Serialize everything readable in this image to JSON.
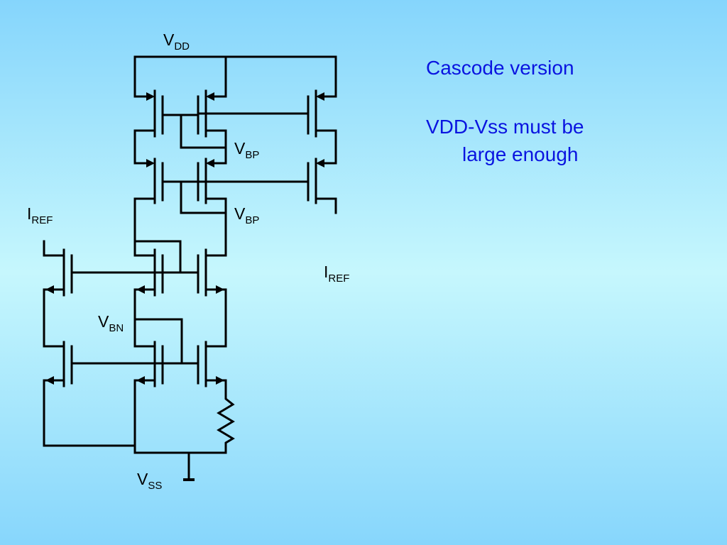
{
  "colors": {
    "background_top": "#85d5fc",
    "background_mid": "#c6f7fd",
    "wire": "#000000",
    "note_text": "#0a14e0"
  },
  "labels": {
    "vdd": {
      "main": "V",
      "sub": "DD"
    },
    "vbp_upper": {
      "main": "V",
      "sub": "BP"
    },
    "vbp_lower": {
      "main": "V",
      "sub": "BP"
    },
    "iref_left": {
      "main": "I",
      "sub": "REF"
    },
    "iref_right": {
      "main": "I",
      "sub": "REF"
    },
    "vbn": {
      "main": "V",
      "sub": "BN"
    },
    "vss": {
      "main": "V",
      "sub": "SS"
    }
  },
  "notes": {
    "title": "Cascode version",
    "line1": "VDD-Vss must be",
    "line2": "large enough"
  },
  "components": {
    "pmos_transistors": 6,
    "nmos_transistors": 6,
    "resistors": 1,
    "ground_symbols": 1
  }
}
